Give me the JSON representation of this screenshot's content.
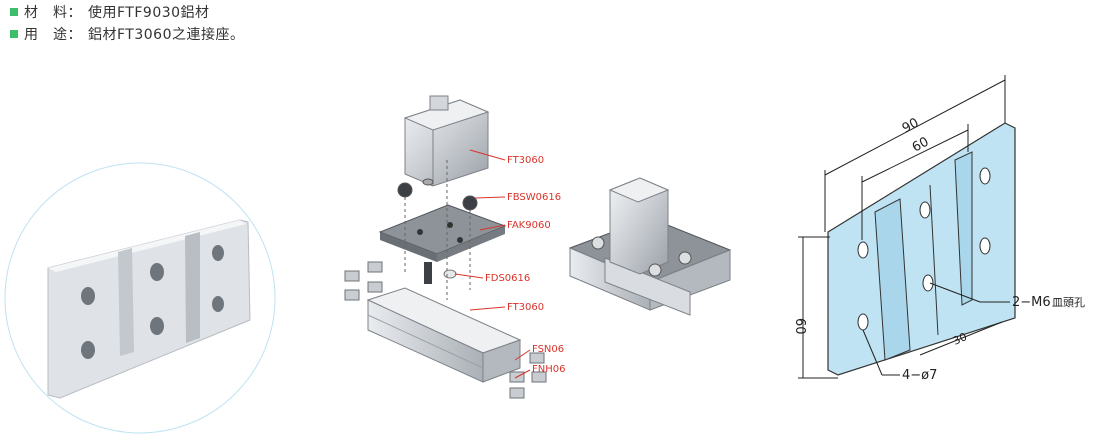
{
  "spec": {
    "material_label": "材　料：",
    "material_value": "使用FTF9030鋁材",
    "usage_label": "用　途：",
    "usage_value": "鋁材FT3060之連接座。"
  },
  "parts": {
    "ft3060_top": "FT3060",
    "fbsw": "FBSW0616",
    "fak": "FAK9060",
    "fds": "FDS0616",
    "ft3060_bottom": "FT3060",
    "fsn": "FSN06",
    "fnh": "FNH06"
  },
  "dims": {
    "d90": "90",
    "d60_top": "60",
    "d60_left": "60",
    "d30": "30",
    "hole_m6": "2−M6",
    "hole_m6_note": "皿頭孔",
    "hole_d7": "4−ø7"
  },
  "colors": {
    "bullet": "#3bbf6a",
    "label": "#d9342b",
    "plate": "#bfe3f2"
  }
}
